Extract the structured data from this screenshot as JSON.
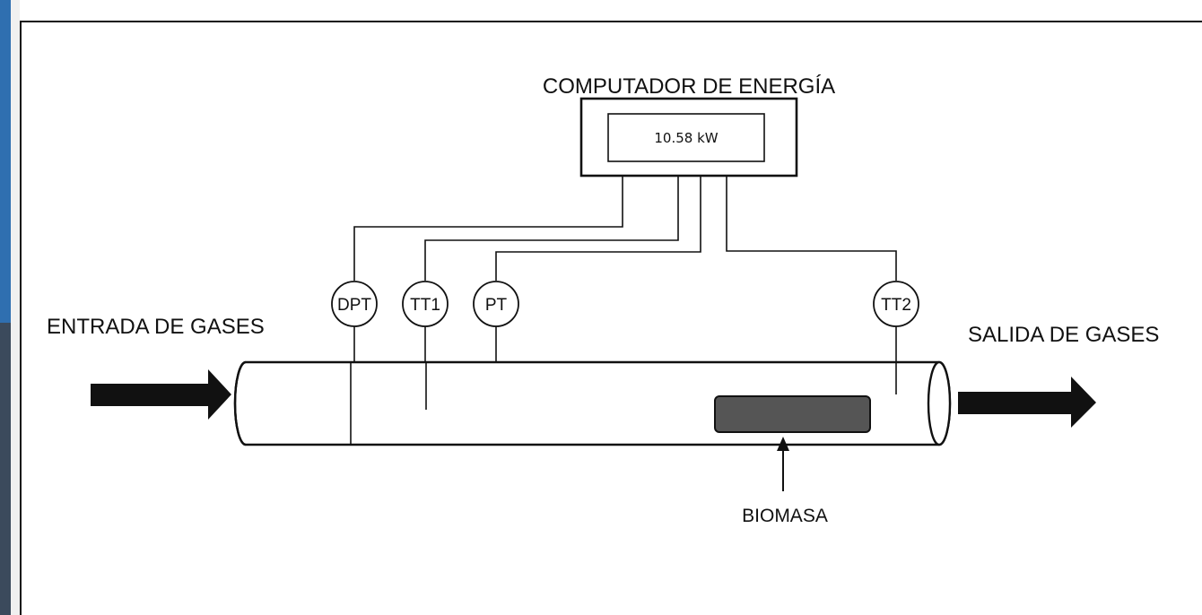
{
  "inlet_label": "ENTRADA DE GASES",
  "outlet_label": "SALIDA DE GASES",
  "computer": {
    "title": "COMPUTADOR DE ENERGÍA",
    "display_value": "10.58 kW"
  },
  "instruments": [
    {
      "id": "dpt",
      "label": "DPT"
    },
    {
      "id": "tt1",
      "label": "TT1"
    },
    {
      "id": "pt",
      "label": "PT"
    },
    {
      "id": "tt2",
      "label": "TT2"
    }
  ],
  "biomass_label": "BIOMASA",
  "colors": {
    "line": "#111111",
    "biomass_fill": "#555555",
    "left_strip": "#2f6fb0"
  }
}
